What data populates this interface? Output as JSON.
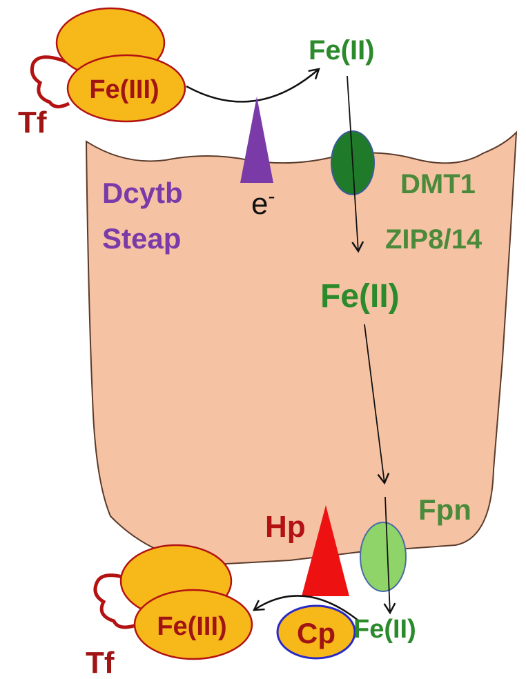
{
  "top_left": {
    "protein_label": "Tf",
    "iron_label": "Fe(III)"
  },
  "top_iron": "Fe(II)",
  "reductase": {
    "electron_label": "e",
    "electron_superscript": "-",
    "names": [
      "Dcytb",
      "Steap"
    ]
  },
  "importer": {
    "names": [
      "DMT1",
      "ZIP8/14"
    ]
  },
  "cytoplasm_iron": "Fe(II)",
  "exporter": {
    "name": "Fpn"
  },
  "ferroxidase_membrane": "Hp",
  "ferroxidase_plasma": "Cp",
  "bottom_iron": "Fe(II)",
  "bottom_left": {
    "protein_label": "Tf",
    "iron_label": "Fe(III)"
  },
  "colors": {
    "cell_fill": "#f5c3a4",
    "transferrin_fill": "#f7b81a",
    "transferrin_outline": "#b31212",
    "fe3_text": "#a11414",
    "fe2_text": "#2b8a2b",
    "reductase_purple": "#7a3aa8",
    "dmt1_fill": "#1f7a2a",
    "fpn_fill": "#8fd468",
    "hephaestin_red": "#ee1111",
    "cp_outline": "#2929c8"
  }
}
